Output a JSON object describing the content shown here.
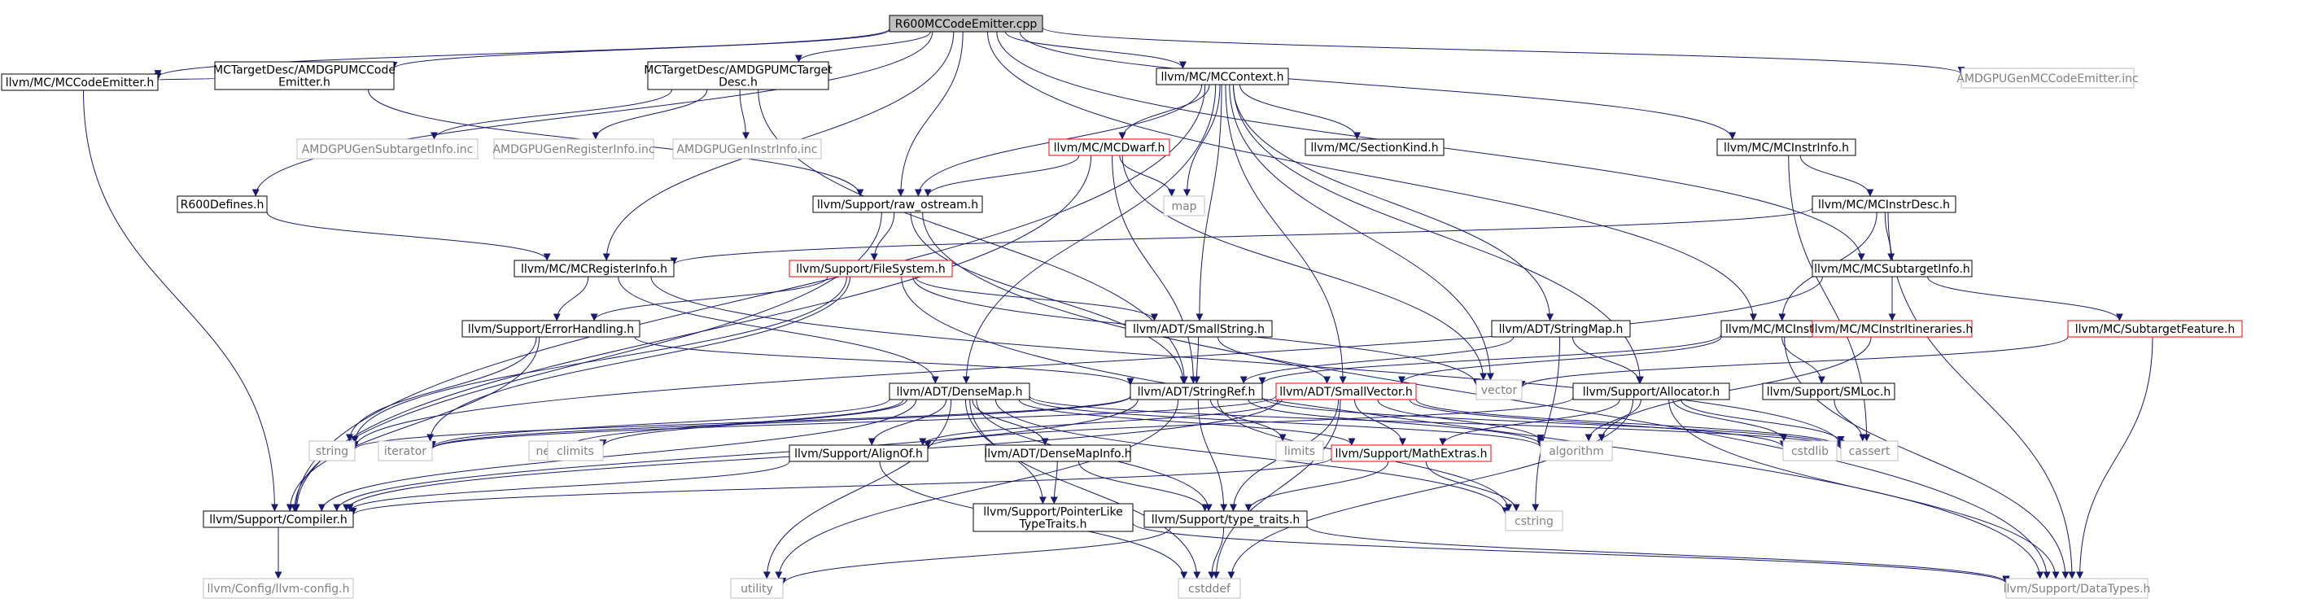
{
  "graph": {
    "colors": {
      "edge": "#191970",
      "border_normal": "#000000",
      "border_missing": "#bfbfbf",
      "border_truncated": "#ff0000",
      "root_fill": "#bfbfbf",
      "text_missing": "#808080"
    },
    "nodes": [
      {
        "id": "root",
        "lines": [
          "R600MCCodeEmitter.cpp"
        ],
        "kind": "root"
      },
      {
        "id": "mccodeemitter",
        "lines": [
          "llvm/MC/MCCodeEmitter.h"
        ],
        "kind": "normal"
      },
      {
        "id": "amdgpumccodeemitter",
        "lines": [
          "MCTargetDesc/AMDGPUMCCode",
          "Emitter.h"
        ],
        "kind": "normal"
      },
      {
        "id": "r600defines",
        "lines": [
          "R600Defines.h"
        ],
        "kind": "normal"
      },
      {
        "id": "amdgpumctargetdesc",
        "lines": [
          "MCTargetDesc/AMDGPUMCTarget",
          "Desc.h"
        ],
        "kind": "normal"
      },
      {
        "id": "genSubtarget",
        "lines": [
          "AMDGPUGenSubtargetInfo.inc"
        ],
        "kind": "missing"
      },
      {
        "id": "genRegister",
        "lines": [
          "AMDGPUGenRegisterInfo.inc"
        ],
        "kind": "missing"
      },
      {
        "id": "genInstr",
        "lines": [
          "AMDGPUGenInstrInfo.inc"
        ],
        "kind": "missing"
      },
      {
        "id": "mccontext",
        "lines": [
          "llvm/MC/MCContext.h"
        ],
        "kind": "normal"
      },
      {
        "id": "mcdwarf",
        "lines": [
          "llvm/MC/MCDwarf.h"
        ],
        "kind": "truncated"
      },
      {
        "id": "sectionkind",
        "lines": [
          "llvm/MC/SectionKind.h"
        ],
        "kind": "normal"
      },
      {
        "id": "mcinstrinfo",
        "lines": [
          "llvm/MC/MCInstrInfo.h"
        ],
        "kind": "normal"
      },
      {
        "id": "genMCCodeEmitter",
        "lines": [
          "AMDGPUGenMCCodeEmitter.inc"
        ],
        "kind": "missing"
      },
      {
        "id": "map",
        "lines": [
          "map"
        ],
        "kind": "missing"
      },
      {
        "id": "raw_ostream",
        "lines": [
          "llvm/Support/raw_ostream.h"
        ],
        "kind": "normal"
      },
      {
        "id": "mcinstrdesc",
        "lines": [
          "llvm/MC/MCInstrDesc.h"
        ],
        "kind": "normal"
      },
      {
        "id": "mcregisterinfo",
        "lines": [
          "llvm/MC/MCRegisterInfo.h"
        ],
        "kind": "normal"
      },
      {
        "id": "filesystem",
        "lines": [
          "llvm/Support/FileSystem.h"
        ],
        "kind": "truncated"
      },
      {
        "id": "mcsubtargetinfo",
        "lines": [
          "llvm/MC/MCSubtargetInfo.h"
        ],
        "kind": "normal"
      },
      {
        "id": "errorhandling",
        "lines": [
          "llvm/Support/ErrorHandling.h"
        ],
        "kind": "normal"
      },
      {
        "id": "smallstring",
        "lines": [
          "llvm/ADT/SmallString.h"
        ],
        "kind": "normal"
      },
      {
        "id": "stringmap",
        "lines": [
          "llvm/ADT/StringMap.h"
        ],
        "kind": "normal"
      },
      {
        "id": "mcinst",
        "lines": [
          "llvm/MC/MCInst.h"
        ],
        "kind": "normal"
      },
      {
        "id": "mcinstritineraries",
        "lines": [
          "llvm/MC/MCInstrItineraries.h"
        ],
        "kind": "truncated"
      },
      {
        "id": "subtargetfeature",
        "lines": [
          "llvm/MC/SubtargetFeature.h"
        ],
        "kind": "truncated"
      },
      {
        "id": "densemap",
        "lines": [
          "llvm/ADT/DenseMap.h"
        ],
        "kind": "normal"
      },
      {
        "id": "stringref",
        "lines": [
          "llvm/ADT/StringRef.h"
        ],
        "kind": "normal"
      },
      {
        "id": "smallvector",
        "lines": [
          "llvm/ADT/SmallVector.h"
        ],
        "kind": "truncated"
      },
      {
        "id": "vector",
        "lines": [
          "vector"
        ],
        "kind": "missing"
      },
      {
        "id": "allocator",
        "lines": [
          "llvm/Support/Allocator.h"
        ],
        "kind": "normal"
      },
      {
        "id": "smloc",
        "lines": [
          "llvm/Support/SMLoc.h"
        ],
        "kind": "normal"
      },
      {
        "id": "string",
        "lines": [
          "string"
        ],
        "kind": "missing"
      },
      {
        "id": "iterator",
        "lines": [
          "iterator"
        ],
        "kind": "missing"
      },
      {
        "id": "new",
        "lines": [
          "new"
        ],
        "kind": "missing"
      },
      {
        "id": "climits",
        "lines": [
          "climits"
        ],
        "kind": "missing"
      },
      {
        "id": "limits",
        "lines": [
          "limits"
        ],
        "kind": "missing"
      },
      {
        "id": "algorithm",
        "lines": [
          "algorithm"
        ],
        "kind": "missing"
      },
      {
        "id": "cstdlib",
        "lines": [
          "cstdlib"
        ],
        "kind": "missing"
      },
      {
        "id": "cassert",
        "lines": [
          "cassert"
        ],
        "kind": "missing"
      },
      {
        "id": "alignof",
        "lines": [
          "llvm/Support/AlignOf.h"
        ],
        "kind": "normal"
      },
      {
        "id": "densemapinfo",
        "lines": [
          "llvm/ADT/DenseMapInfo.h"
        ],
        "kind": "normal"
      },
      {
        "id": "mathextras",
        "lines": [
          "llvm/Support/MathExtras.h"
        ],
        "kind": "truncated"
      },
      {
        "id": "compiler",
        "lines": [
          "llvm/Support/Compiler.h"
        ],
        "kind": "normal"
      },
      {
        "id": "pointerlike",
        "lines": [
          "llvm/Support/PointerLike",
          "TypeTraits.h"
        ],
        "kind": "normal"
      },
      {
        "id": "type_traits",
        "lines": [
          "llvm/Support/type_traits.h"
        ],
        "kind": "normal"
      },
      {
        "id": "cstring",
        "lines": [
          "cstring"
        ],
        "kind": "missing"
      },
      {
        "id": "llvmconfig",
        "lines": [
          "llvm/Config/llvm-config.h"
        ],
        "kind": "missing"
      },
      {
        "id": "utility",
        "lines": [
          "utility"
        ],
        "kind": "missing"
      },
      {
        "id": "cstddef",
        "lines": [
          "cstddef"
        ],
        "kind": "missing"
      },
      {
        "id": "datatypes",
        "lines": [
          "llvm/Support/DataTypes.h"
        ],
        "kind": "missing"
      }
    ],
    "edges": [
      [
        "root",
        "mccodeemitter"
      ],
      [
        "root",
        "amdgpumccodeemitter"
      ],
      [
        "root",
        "r600defines"
      ],
      [
        "root",
        "mcregisterinfo"
      ],
      [
        "root",
        "amdgpumctargetdesc"
      ],
      [
        "root",
        "raw_ostream"
      ],
      [
        "root",
        "mccontext"
      ],
      [
        "root",
        "mcinstrinfo"
      ],
      [
        "root",
        "mcsubtargetinfo"
      ],
      [
        "root",
        "genMCCodeEmitter"
      ],
      [
        "root",
        "mcinst"
      ],
      [
        "amdgpumccodeemitter",
        "mccodeemitter"
      ],
      [
        "amdgpumccodeemitter",
        "raw_ostream"
      ],
      [
        "mccodeemitter",
        "compiler"
      ],
      [
        "r600defines",
        "mcregisterinfo"
      ],
      [
        "amdgpumctargetdesc",
        "genSubtarget"
      ],
      [
        "amdgpumctargetdesc",
        "genRegister"
      ],
      [
        "amdgpumctargetdesc",
        "genInstr"
      ],
      [
        "amdgpumctargetdesc",
        "stringref"
      ],
      [
        "mccontext",
        "mcdwarf"
      ],
      [
        "mccontext",
        "sectionkind"
      ],
      [
        "mccontext",
        "map"
      ],
      [
        "mccontext",
        "raw_ostream"
      ],
      [
        "mccontext",
        "compiler"
      ],
      [
        "mccontext",
        "densemap"
      ],
      [
        "mccontext",
        "smallstring"
      ],
      [
        "mccontext",
        "smallvector"
      ],
      [
        "mccontext",
        "stringmap"
      ],
      [
        "mccontext",
        "allocator"
      ],
      [
        "mccontext",
        "vector"
      ],
      [
        "mcdwarf",
        "map"
      ],
      [
        "mcdwarf",
        "raw_ostream"
      ],
      [
        "mcdwarf",
        "vector"
      ],
      [
        "mcdwarf",
        "stringref"
      ],
      [
        "mcdwarf",
        "compiler"
      ],
      [
        "mcinstrinfo",
        "mcinstrdesc"
      ],
      [
        "mcinstrinfo",
        "cassert"
      ],
      [
        "mcinstrdesc",
        "mcregisterinfo"
      ],
      [
        "mcinstrdesc",
        "mcsubtargetinfo"
      ],
      [
        "mcinstrdesc",
        "mcinst"
      ],
      [
        "mcinstrdesc",
        "datatypes"
      ],
      [
        "raw_ostream",
        "filesystem"
      ],
      [
        "raw_ostream",
        "stringref"
      ],
      [
        "raw_ostream",
        "compiler"
      ],
      [
        "raw_ostream",
        "datatypes"
      ],
      [
        "mcregisterinfo",
        "errorhandling"
      ],
      [
        "mcregisterinfo",
        "densemap"
      ],
      [
        "mcregisterinfo",
        "cassert"
      ],
      [
        "filesystem",
        "errorhandling"
      ],
      [
        "filesystem",
        "smallstring"
      ],
      [
        "filesystem",
        "string"
      ],
      [
        "filesystem",
        "iterator"
      ],
      [
        "filesystem",
        "datatypes"
      ],
      [
        "filesystem",
        "vector"
      ],
      [
        "mcsubtargetinfo",
        "mcinstritineraries"
      ],
      [
        "mcsubtargetinfo",
        "subtargetfeature"
      ],
      [
        "mcsubtargetinfo",
        "string"
      ],
      [
        "mcinstritineraries",
        "algorithm"
      ],
      [
        "subtargetfeature",
        "vector"
      ],
      [
        "subtargetfeature",
        "datatypes"
      ],
      [
        "errorhandling",
        "stringref"
      ],
      [
        "errorhandling",
        "string"
      ],
      [
        "errorhandling",
        "compiler"
      ],
      [
        "smallstring",
        "stringref"
      ],
      [
        "smallstring",
        "smallvector"
      ],
      [
        "stringmap",
        "stringref"
      ],
      [
        "stringmap",
        "allocator"
      ],
      [
        "stringmap",
        "cstring"
      ],
      [
        "mcinst",
        "stringref"
      ],
      [
        "mcinst",
        "smallvector"
      ],
      [
        "mcinst",
        "smloc"
      ],
      [
        "mcinst",
        "datatypes"
      ],
      [
        "densemap",
        "iterator"
      ],
      [
        "densemap",
        "new"
      ],
      [
        "densemap",
        "climits"
      ],
      [
        "densemap",
        "alignof"
      ],
      [
        "densemap",
        "densemapinfo"
      ],
      [
        "densemap",
        "pointerlike"
      ],
      [
        "densemap",
        "type_traits"
      ],
      [
        "densemap",
        "mathextras"
      ],
      [
        "densemap",
        "algorithm"
      ],
      [
        "densemap",
        "cassert"
      ],
      [
        "densemap",
        "cstring"
      ],
      [
        "densemap",
        "utility"
      ],
      [
        "densemap",
        "cstddef"
      ],
      [
        "densemap",
        "compiler"
      ],
      [
        "stringref",
        "string"
      ],
      [
        "stringref",
        "limits"
      ],
      [
        "stringref",
        "algorithm"
      ],
      [
        "stringref",
        "cassert"
      ],
      [
        "stringref",
        "cstring"
      ],
      [
        "stringref",
        "type_traits"
      ],
      [
        "stringref",
        "utility"
      ],
      [
        "stringref",
        "compiler"
      ],
      [
        "stringref",
        "iterator"
      ],
      [
        "smallvector",
        "alignof"
      ],
      [
        "smallvector",
        "mathextras"
      ],
      [
        "smallvector",
        "algorithm"
      ],
      [
        "smallvector",
        "cassert"
      ],
      [
        "smallvector",
        "cstdlib"
      ],
      [
        "smallvector",
        "cstddef"
      ],
      [
        "smallvector",
        "iterator"
      ],
      [
        "smallvector",
        "type_traits"
      ],
      [
        "smallvector",
        "compiler"
      ],
      [
        "allocator",
        "alignof"
      ],
      [
        "allocator",
        "mathextras"
      ],
      [
        "allocator",
        "cassert"
      ],
      [
        "allocator",
        "cstdlib"
      ],
      [
        "allocator",
        "datatypes"
      ],
      [
        "allocator",
        "algorithm"
      ],
      [
        "allocator",
        "cstddef"
      ],
      [
        "smloc",
        "cassert"
      ],
      [
        "alignof",
        "compiler"
      ],
      [
        "alignof",
        "cstddef"
      ],
      [
        "densemapinfo",
        "pointerlike"
      ],
      [
        "densemapinfo",
        "type_traits"
      ],
      [
        "mathextras",
        "compiler"
      ],
      [
        "mathextras",
        "type_traits"
      ],
      [
        "mathextras",
        "cstring"
      ],
      [
        "pointerlike",
        "datatypes"
      ],
      [
        "type_traits",
        "datatypes"
      ],
      [
        "type_traits",
        "cstddef"
      ],
      [
        "type_traits",
        "utility"
      ],
      [
        "compiler",
        "llvmconfig"
      ]
    ]
  }
}
